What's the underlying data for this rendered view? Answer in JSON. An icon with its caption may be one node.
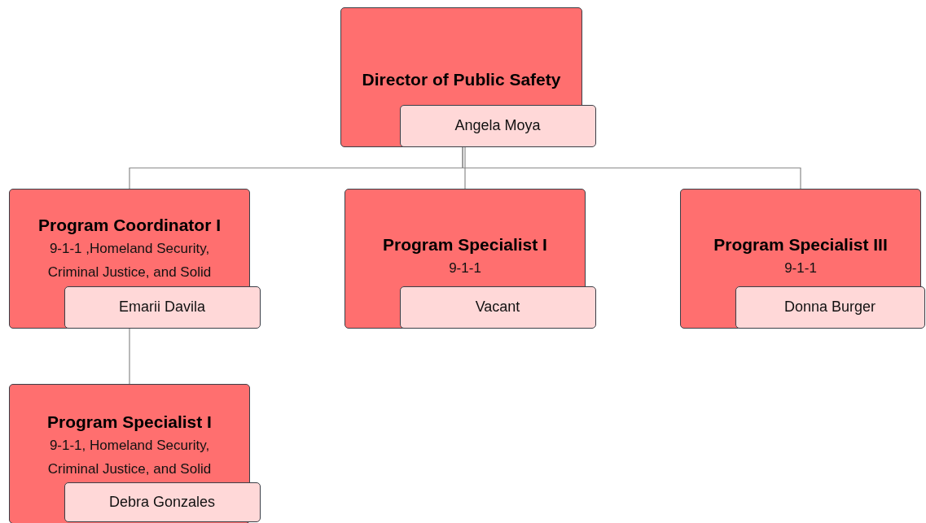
{
  "diagram": {
    "nodes": [
      {
        "text": [
          "Director of Public Safety"
        ]
      },
      {
        "text": [
          "Angela Moya"
        ],
        "in": 0
      },
      {
        "text": [
          "Program Coordinator I",
          "9-1-1 ,Homeland Security, Criminal Justice, and Solid"
        ]
      },
      {
        "text": [
          "Emarii Davila"
        ],
        "in": 2
      },
      {
        "text": [
          "Program Specialist I",
          "9-1-1"
        ]
      },
      {
        "text": [
          "Vacant"
        ],
        "in": 4
      },
      {
        "text": [
          "Program Specialist III",
          "9-1-1"
        ]
      },
      {
        "text": [
          "Donna Burger"
        ],
        "in": 6
      },
      {
        "text": [
          "Program Specialist I",
          "9-1-1, Homeland Security, Criminal Justice, and Solid"
        ]
      },
      {
        "text": [
          "Debra Gonzales"
        ],
        "in": 8
      }
    ],
    "edges": [
      {
        "from": 1,
        "to": 2,
        "arrow": "none"
      },
      {
        "from": 1,
        "to": 4,
        "arrow": "none"
      },
      {
        "from": 1,
        "to": 6,
        "arrow": "none"
      },
      {
        "from": 3,
        "to": 8,
        "arrow": "none"
      }
    ]
  }
}
